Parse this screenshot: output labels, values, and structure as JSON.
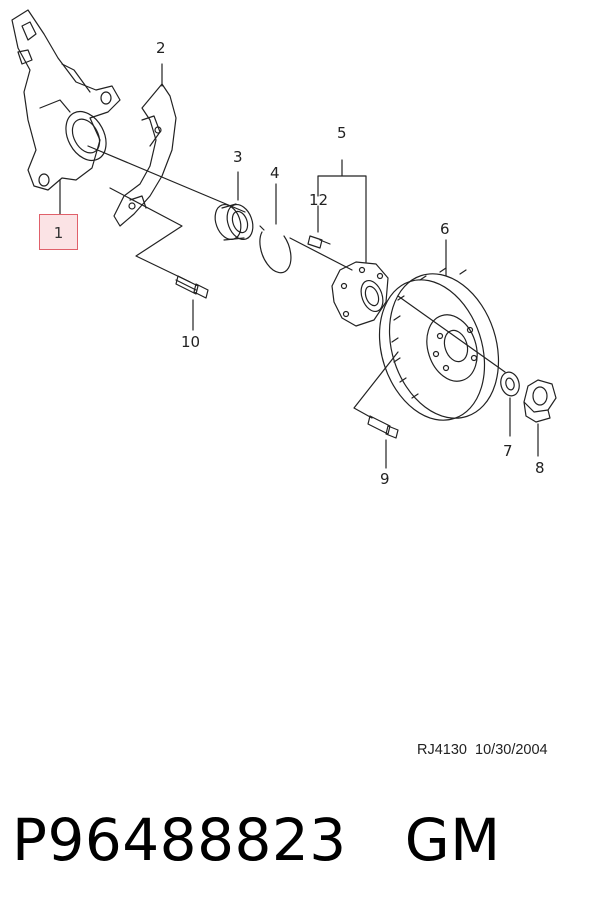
{
  "callouts": {
    "c1": "1",
    "c2": "2",
    "c3": "3",
    "c4": "4",
    "c5": "5",
    "c6": "6",
    "c7": "7",
    "c8": "8",
    "c9": "9",
    "c10": "10",
    "c12": "12"
  },
  "drawing": {
    "ref": "RJ4130",
    "date": "10/30/2004"
  },
  "part": {
    "number": "P96488823",
    "brand": "GM"
  },
  "colors": {
    "highlight_fill": "#fbe3e5",
    "highlight_border": "#e0606a",
    "line": "#222222"
  }
}
